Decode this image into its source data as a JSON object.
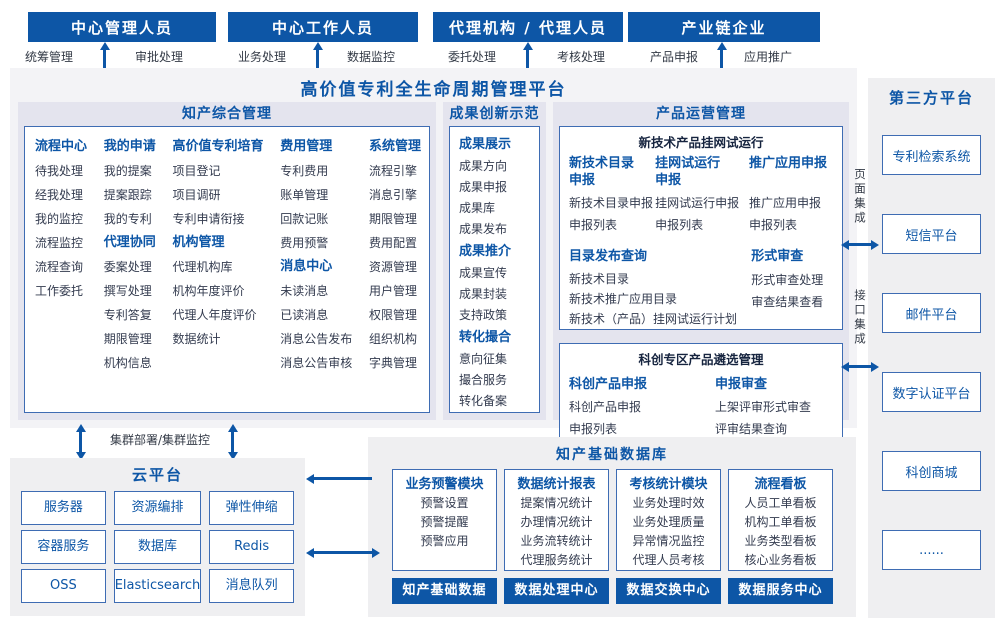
{
  "colors": {
    "primary": "#0d56a6",
    "box_border": "#3e6cb3",
    "section_bg": "#e4e4ee",
    "panel_bg": "#efeff1",
    "main_bg": "#f3f3f6"
  },
  "top_groups": [
    {
      "title": "中心管理人员",
      "left": "统筹管理",
      "right": "审批处理"
    },
    {
      "title": "中心工作人员",
      "left": "业务处理",
      "right": "数据监控"
    },
    {
      "title": "代理机构 / 代理人员",
      "left": "委托处理",
      "right": "考核处理"
    },
    {
      "title": "产业链企业",
      "left": "产品申报",
      "right": "应用推广"
    }
  ],
  "platform_title": "高价值专利全生命周期管理平台",
  "zonghe": {
    "title": "知产综合管理",
    "col1": {
      "g1": {
        "title": "流程中心",
        "items": [
          "待我处理",
          "经我处理",
          "我的监控",
          "流程监控",
          "流程查询",
          "工作委托"
        ]
      }
    },
    "col2": {
      "g1": {
        "title": "我的申请",
        "items": [
          "我的提案",
          "提案跟踪",
          "我的专利"
        ]
      },
      "g2": {
        "title": "代理协同",
        "items": [
          "委案处理",
          "撰写处理",
          "专利答复",
          "期限管理",
          "机构信息"
        ]
      }
    },
    "col3": {
      "g1": {
        "title": "高价值专利培育",
        "items": [
          "项目登记",
          "项目调研",
          "专利申请衔接"
        ]
      },
      "g2": {
        "title": "机构管理",
        "items": [
          "代理机构库",
          "机构年度评价",
          "代理人年度评价",
          "数据统计"
        ]
      }
    },
    "col4": {
      "g1": {
        "title": "费用管理",
        "items": [
          "专利费用",
          "账单管理",
          "回款记账",
          "费用预警"
        ]
      },
      "g2": {
        "title": "消息中心",
        "items": [
          "未读消息",
          "已读消息",
          "消息公告发布",
          "消息公告审核"
        ]
      }
    },
    "col5": {
      "g1": {
        "title": "系统管理",
        "items": [
          "流程引擎",
          "消息引擎",
          "期限管理",
          "费用配置",
          "资源管理",
          "用户管理",
          "权限管理",
          "组织机构",
          "字典管理"
        ]
      }
    }
  },
  "chengguo": {
    "title": "成果创新示范",
    "g1": {
      "title": "成果展示",
      "items": [
        "成果方向",
        "成果申报",
        "成果库",
        "成果发布"
      ]
    },
    "g2": {
      "title": "成果推介",
      "items": [
        "成果宣传",
        "成果封装",
        "支持政策"
      ]
    },
    "g3": {
      "title": "转化撮合",
      "items": [
        "意向征集",
        "撮合服务",
        "转化备案"
      ]
    }
  },
  "chanpin": {
    "title": "产品运营管理",
    "box1": {
      "subtitle": "新技术产品挂网试运行",
      "c1": {
        "title": "新技术目录申报",
        "items": [
          "新技术目录申报",
          "申报列表"
        ]
      },
      "c2": {
        "title": "挂网试运行申报",
        "items": [
          "挂网试运行申报",
          "申报列表"
        ]
      },
      "c3": {
        "title": "推广应用申报",
        "items": [
          "推广应用申报",
          "申报列表"
        ]
      },
      "catalog": {
        "title": "目录发布查询",
        "items": [
          "新技术目录",
          "新技术推广应用目录",
          "新技术（产品）挂网试运行计划"
        ]
      },
      "review": {
        "title": "形式审查",
        "items": [
          "形式审查处理",
          "审查结果查看"
        ]
      }
    },
    "box2": {
      "subtitle": "科创专区产品遴选管理",
      "c1": {
        "title": "科创产品申报",
        "items": [
          "科创产品申报",
          "申报列表"
        ]
      },
      "c2": {
        "title": "申报审查",
        "items": [
          "上架评审形式审查",
          "评审结果查询"
        ]
      }
    }
  },
  "integration": {
    "page": "页面集成",
    "api": "接口集成"
  },
  "third_party": {
    "title": "第三方平台",
    "items": [
      "专利检索系统",
      "短信平台",
      "邮件平台",
      "数字认证平台",
      "科创商城",
      "......"
    ]
  },
  "cluster_label": "集群部署/集群监控",
  "cloud": {
    "title": "云平台",
    "items": [
      "服务器",
      "资源编排",
      "弹性伸缩",
      "容器服务",
      "数据库",
      "Redis",
      "OSS",
      "Elasticsearch",
      "消息队列"
    ]
  },
  "database": {
    "title": "知产基础数据库",
    "columns": [
      {
        "title": "业务预警模块",
        "items": [
          "预警设置",
          "预警提醒",
          "预警应用"
        ],
        "bar": "知产基础数据"
      },
      {
        "title": "数据统计报表",
        "items": [
          "提案情况统计",
          "办理情况统计",
          "业务流转统计",
          "代理服务统计"
        ],
        "bar": "数据处理中心"
      },
      {
        "title": "考核统计模块",
        "items": [
          "业务处理时效",
          "业务处理质量",
          "异常情况监控",
          "代理人员考核"
        ],
        "bar": "数据交换中心"
      },
      {
        "title": "流程看板",
        "items": [
          "人员工单看板",
          "机构工单看板",
          "业务类型看板",
          "核心业务看板"
        ],
        "bar": "数据服务中心"
      }
    ]
  }
}
